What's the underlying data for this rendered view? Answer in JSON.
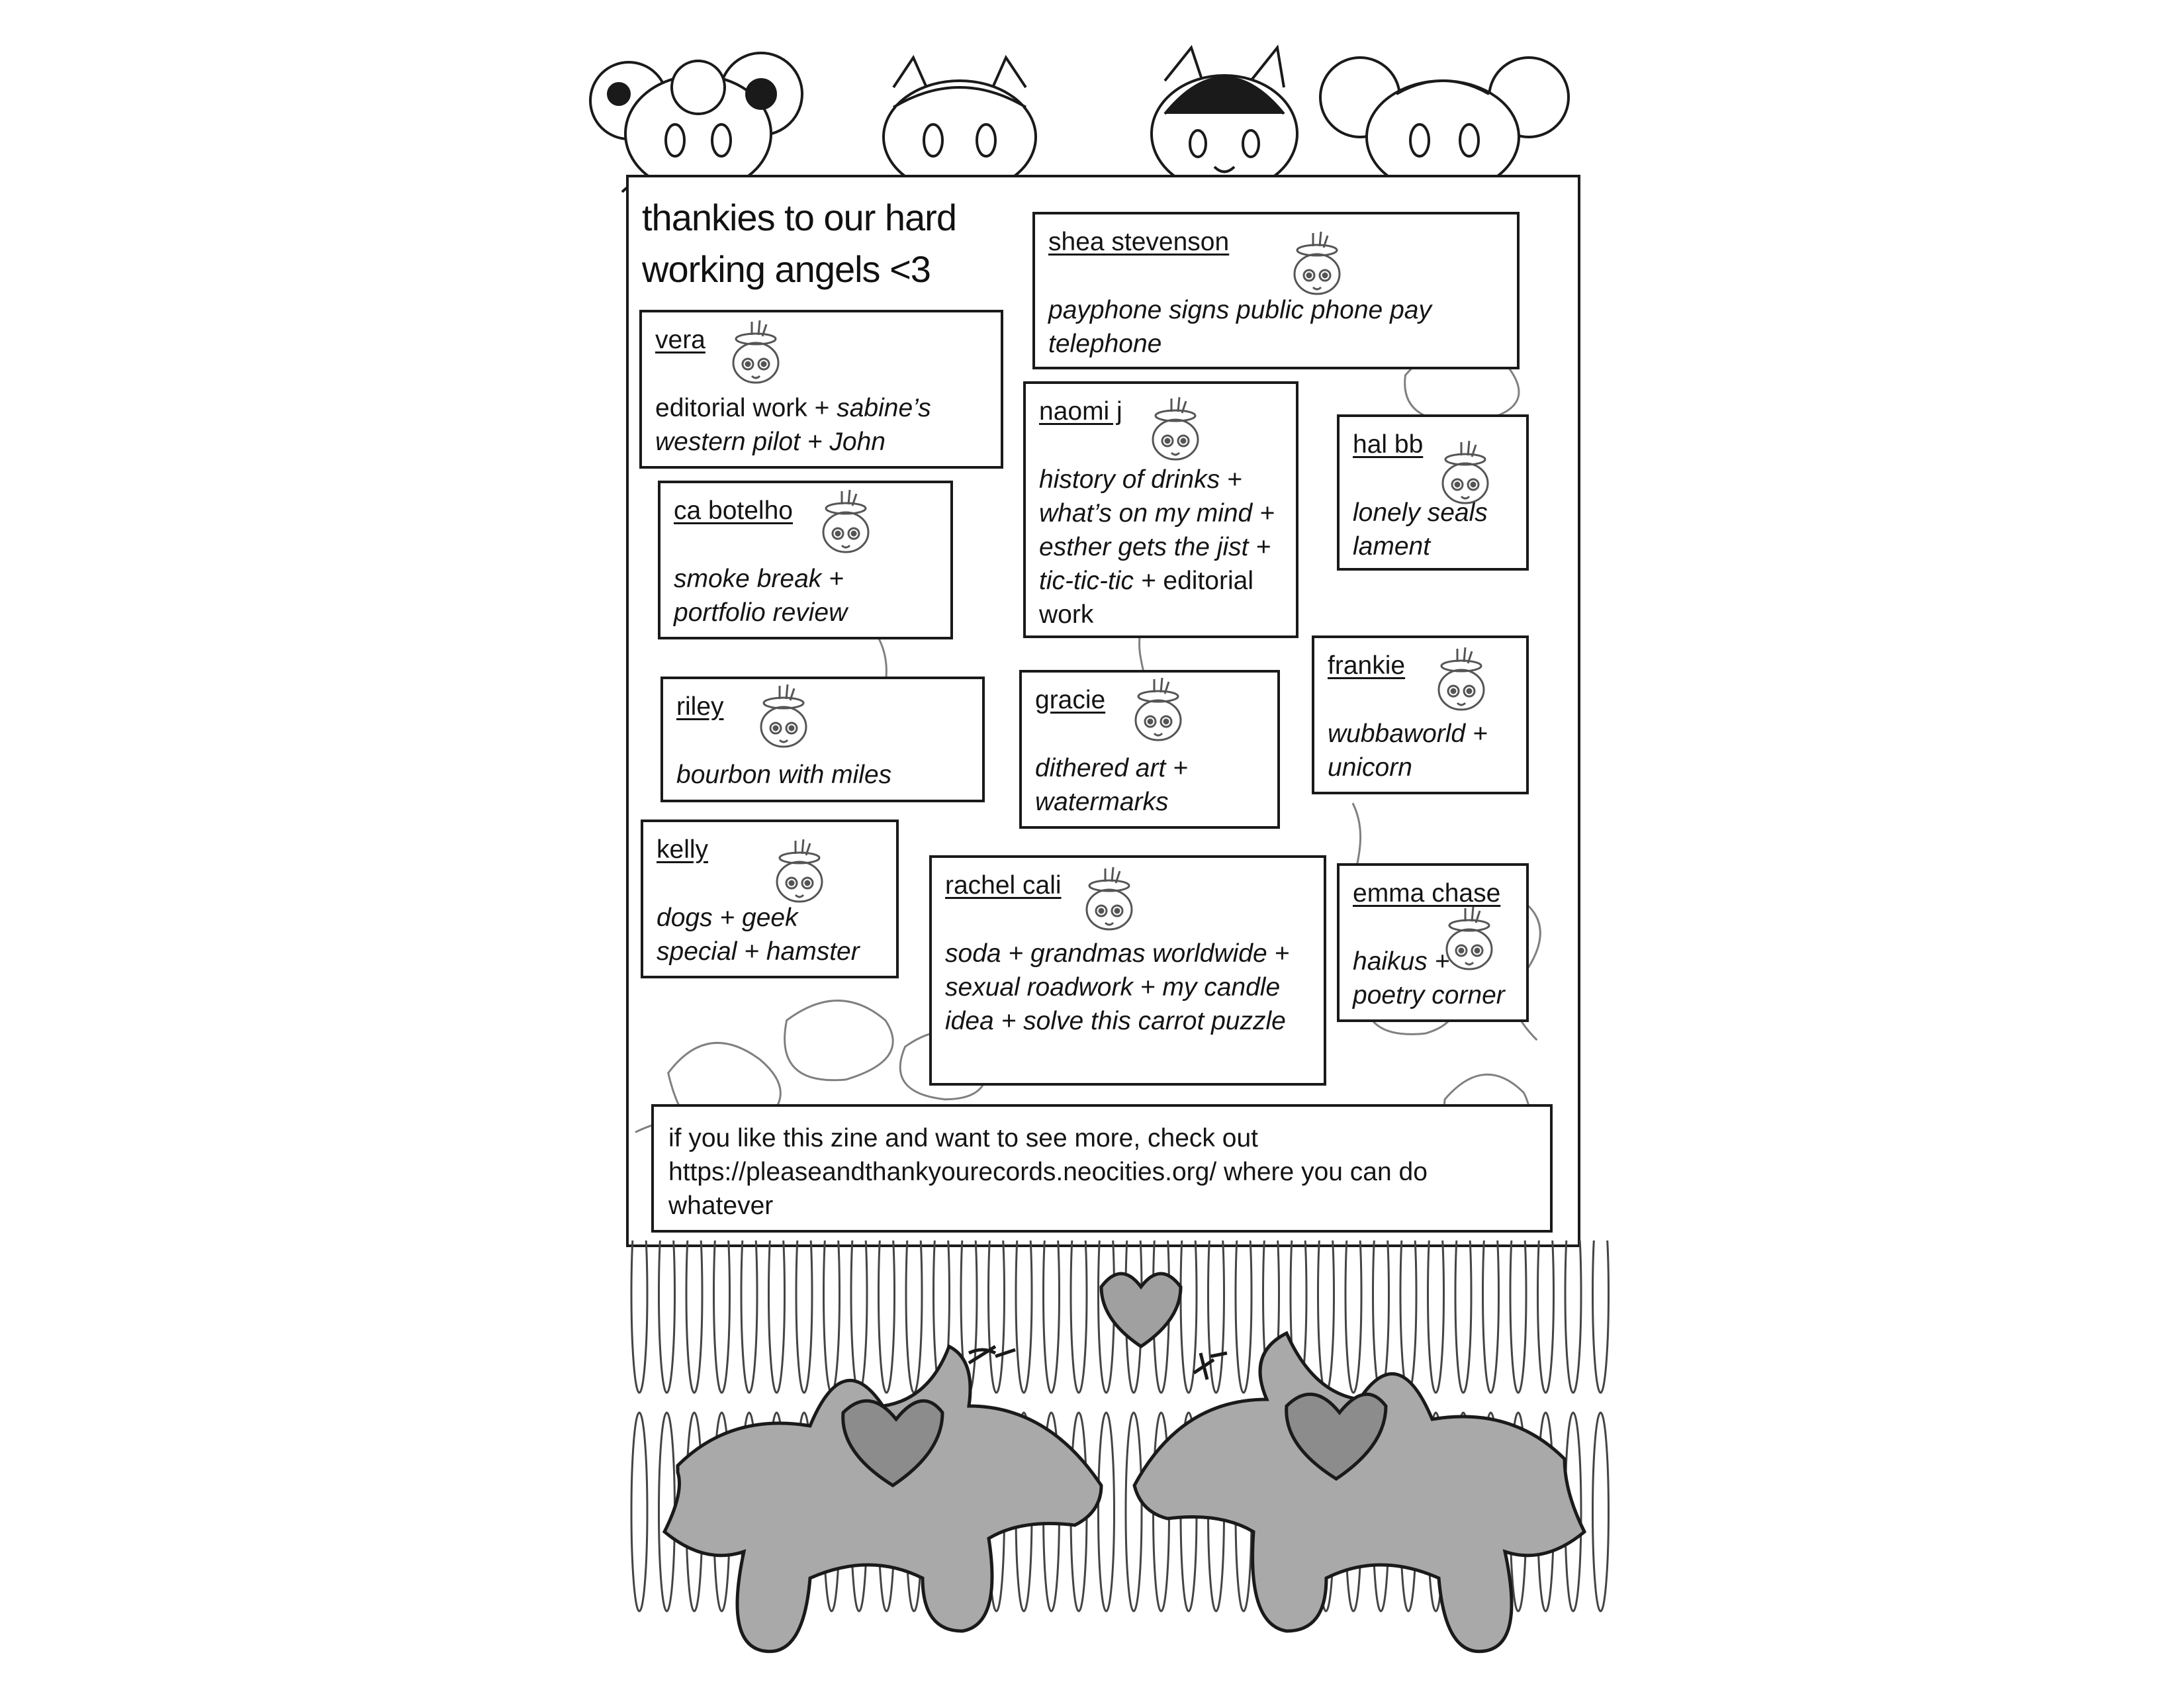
{
  "title": {
    "line1": "thankies to our hard",
    "line2": "working angels <3"
  },
  "contributors": [
    {
      "name": "shea stevenson",
      "credits": [
        {
          "text": "payphone signs public phone pay telephone",
          "italic": true
        }
      ]
    },
    {
      "name": "vera",
      "credits": [
        {
          "text": "editorial work + ",
          "italic": false
        },
        {
          "text": "sabine’s western pilot + John",
          "italic": true
        }
      ]
    },
    {
      "name": "naomi j",
      "credits": [
        {
          "text": "history of drinks + what’s on my mind + esther gets the jist + tic-tic-tic + ",
          "italic": true
        },
        {
          "text": "editorial work",
          "italic": false
        }
      ]
    },
    {
      "name": "hal bb",
      "credits": [
        {
          "text": "lonely seals lament",
          "italic": true
        }
      ]
    },
    {
      "name": "ca botelho",
      "credits": [
        {
          "text": "smoke break + portfolio review",
          "italic": true
        }
      ]
    },
    {
      "name": "frankie",
      "credits": [
        {
          "text": "wubbaworld + unicorn",
          "italic": true
        }
      ]
    },
    {
      "name": "riley",
      "credits": [
        {
          "text": "bourbon with miles",
          "italic": true
        }
      ]
    },
    {
      "name": "gracie",
      "credits": [
        {
          "text": "dithered art + watermarks",
          "italic": true
        }
      ]
    },
    {
      "name": "kelly",
      "credits": [
        {
          "text": "dogs + geek special + hamster",
          "italic": true
        }
      ]
    },
    {
      "name": "rachel cali",
      "credits": [
        {
          "text": "soda + grandmas worldwide + sexual roadwork + my candle idea + solve this carrot puzzle",
          "italic": true
        }
      ]
    },
    {
      "name": "emma chase",
      "credits": [
        {
          "text": "haikus + poetry corner",
          "italic": true
        }
      ]
    }
  ],
  "footer": {
    "text": "if you like this zine and want to see more, check out https://pleaseandthankyourecords.neocities.org/ where you can do whatever"
  },
  "colors": {
    "ink": "#1a1a1a",
    "paper": "#ffffff",
    "plush_fill": "#a9a9a9",
    "heart_fill": "#8c8c8c"
  }
}
